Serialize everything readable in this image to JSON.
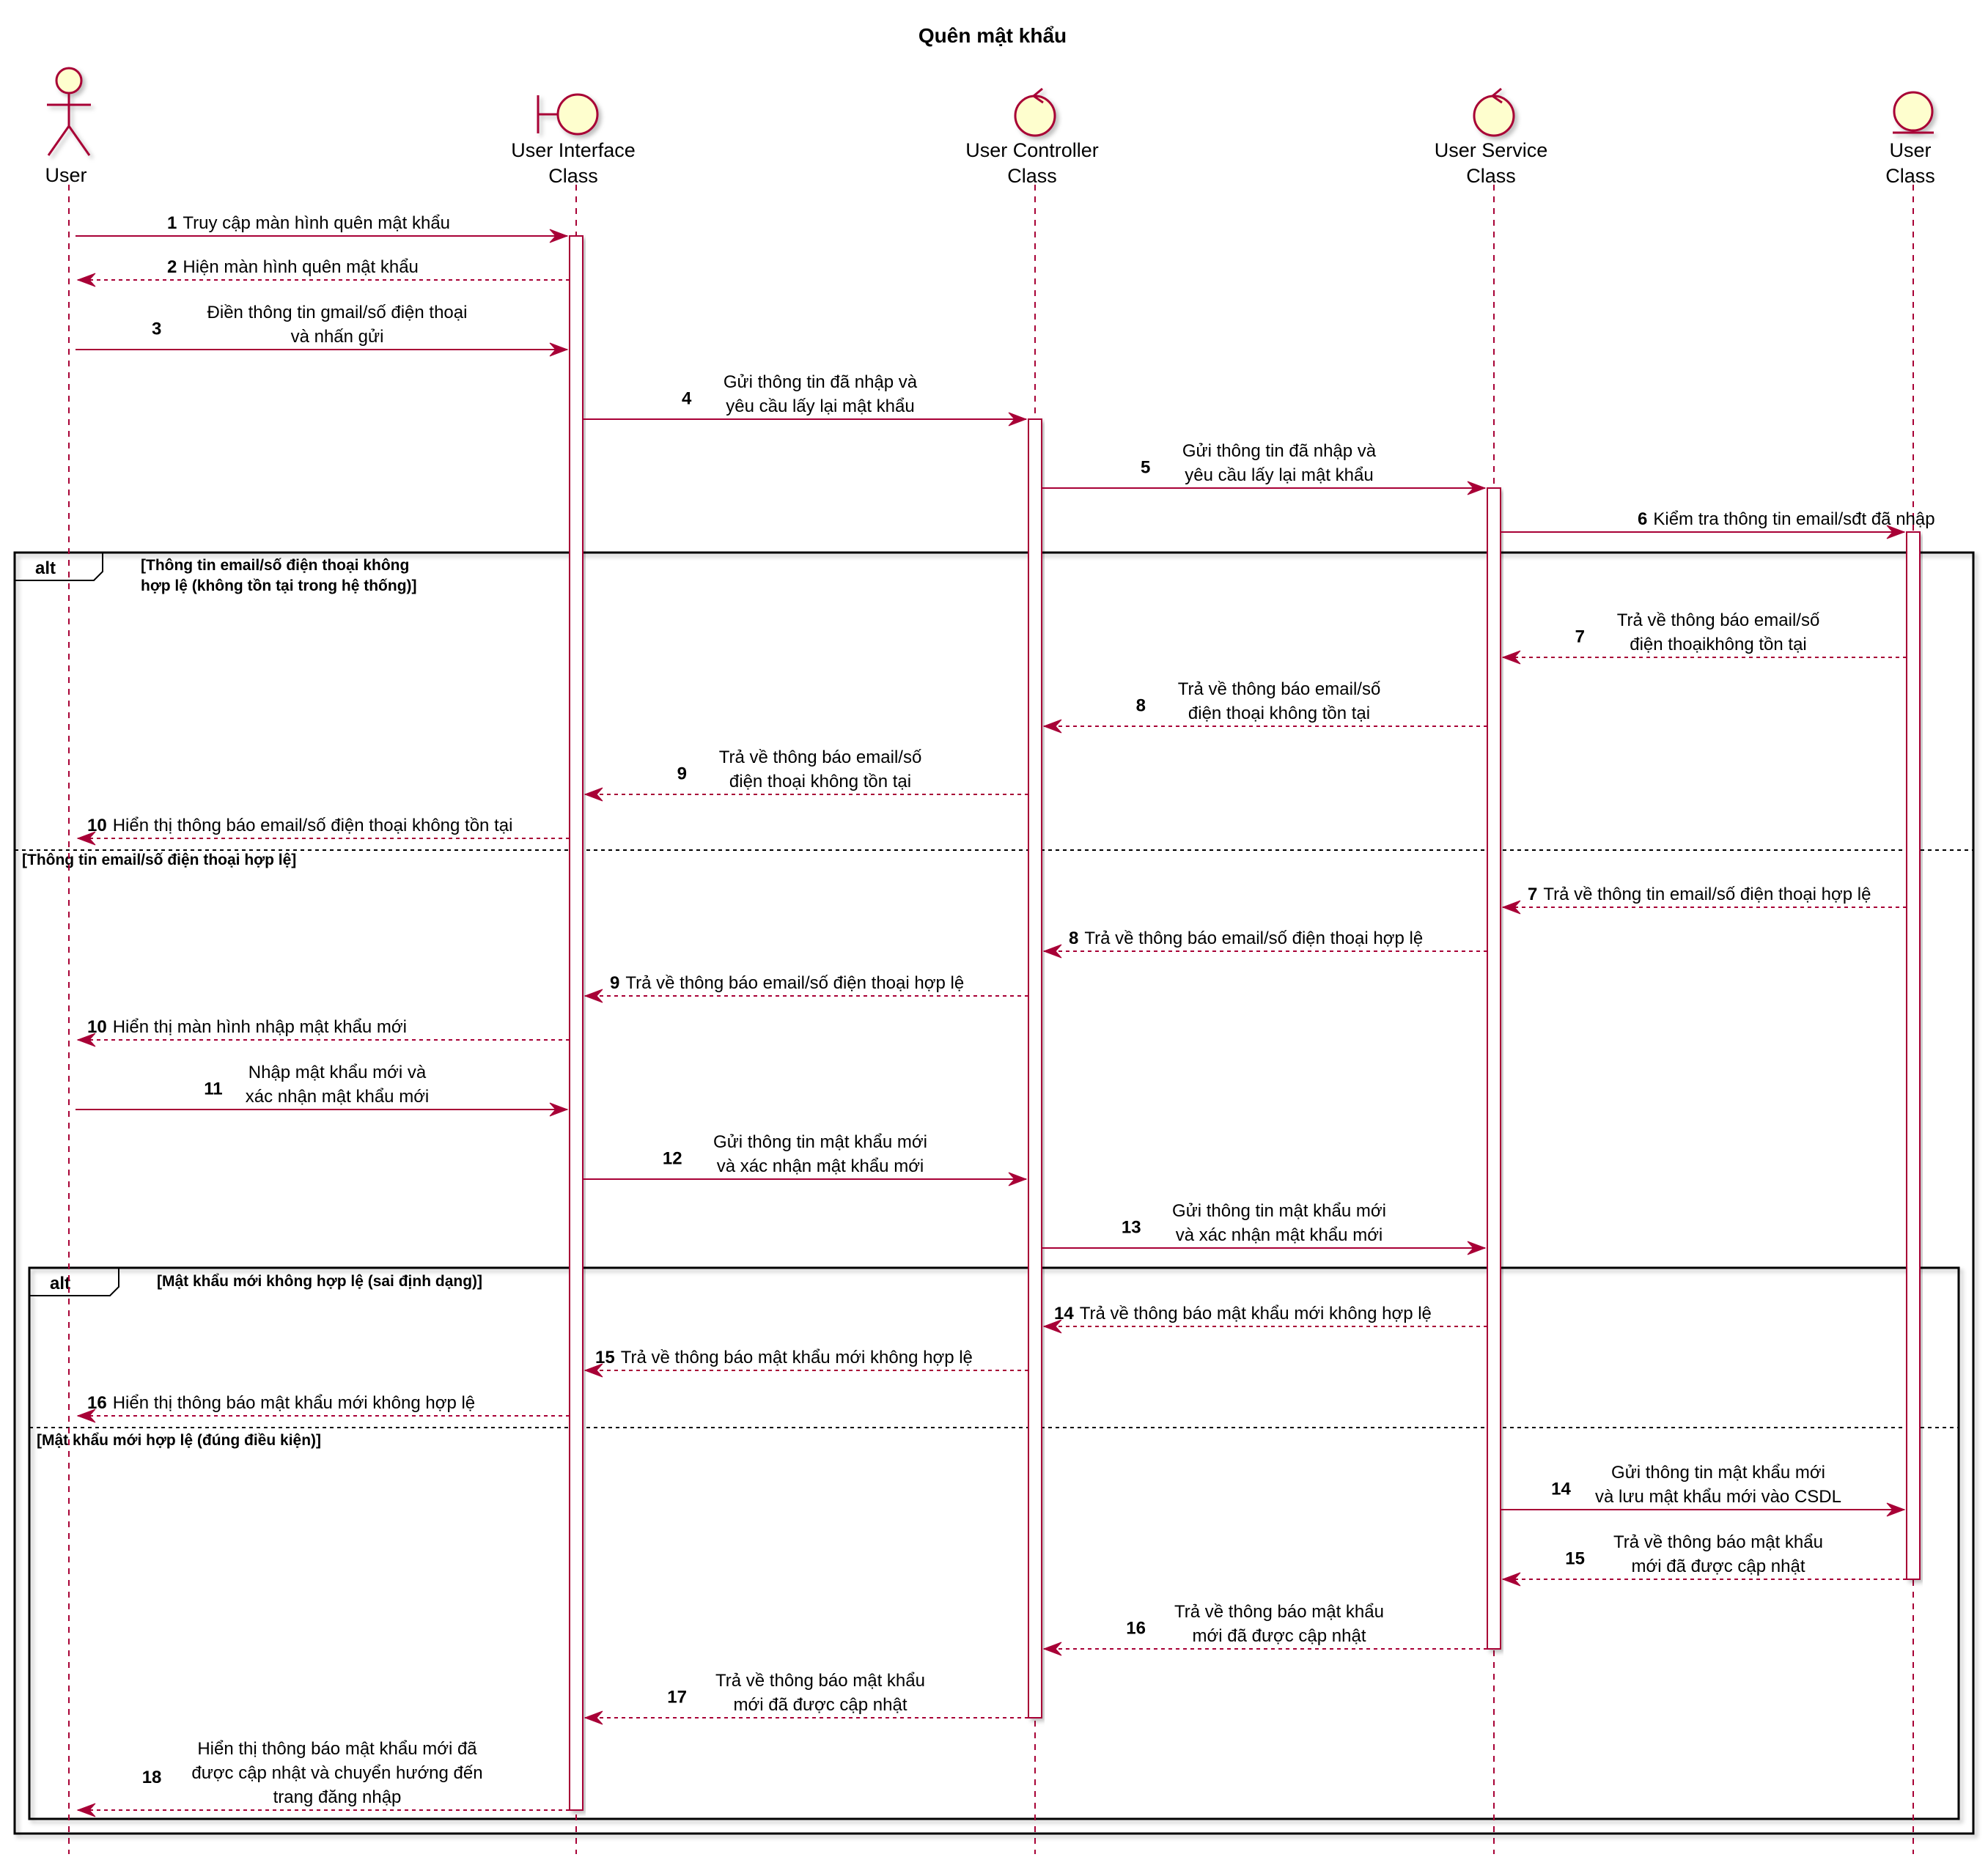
{
  "title": "Quên mật khẩu",
  "colors": {
    "line": "#A80036",
    "fill": "#FEFECE",
    "frame": "#000000",
    "shadow": "#C8C8C8"
  },
  "participants": [
    {
      "id": "user",
      "kind": "actor",
      "icon": "actor-icon",
      "label": [
        "User"
      ]
    },
    {
      "id": "ui",
      "kind": "boundary",
      "icon": "boundary-icon",
      "label": [
        "User Interface",
        "Class"
      ]
    },
    {
      "id": "ctrl",
      "kind": "control",
      "icon": "control-icon",
      "label": [
        "User Controller",
        "Class"
      ]
    },
    {
      "id": "svc",
      "kind": "control",
      "icon": "control-icon",
      "label": [
        "User Service",
        "Class"
      ]
    },
    {
      "id": "ent",
      "kind": "entity",
      "icon": "entity-icon",
      "label": [
        "User",
        "Class"
      ]
    }
  ],
  "messages": [
    {
      "num": "1",
      "from": "user",
      "to": "ui",
      "dashed": false,
      "text": [
        "Truy cập màn hình quên mật khẩu"
      ]
    },
    {
      "num": "2",
      "from": "ui",
      "to": "user",
      "dashed": true,
      "text": [
        "Hiện màn hình quên mật khẩu"
      ]
    },
    {
      "num": "3",
      "from": "user",
      "to": "ui",
      "dashed": false,
      "text": [
        "Điền thông tin gmail/số điện thoại",
        "và nhấn gửi"
      ]
    },
    {
      "num": "4",
      "from": "ui",
      "to": "ctrl",
      "dashed": false,
      "text": [
        "Gửi thông tin đã nhập và",
        "yêu cầu lấy lại mật khẩu"
      ]
    },
    {
      "num": "5",
      "from": "ctrl",
      "to": "svc",
      "dashed": false,
      "text": [
        "Gửi thông tin đã nhập và",
        "yêu cầu lấy lại mật khẩu"
      ]
    },
    {
      "num": "6",
      "from": "svc",
      "to": "ent",
      "dashed": false,
      "text": [
        "Kiểm tra thông tin email/sđt đã nhập"
      ]
    },
    {
      "num": "7",
      "from": "ent",
      "to": "svc",
      "dashed": true,
      "text": [
        "Trả về thông báo email/số",
        "điện thoạikhông tồn tại"
      ]
    },
    {
      "num": "8",
      "from": "svc",
      "to": "ctrl",
      "dashed": true,
      "text": [
        "Trả về thông báo email/số",
        "điện thoại không tồn tại"
      ]
    },
    {
      "num": "9",
      "from": "ctrl",
      "to": "ui",
      "dashed": true,
      "text": [
        "Trả về thông báo email/số",
        "điện thoại không tồn tại"
      ]
    },
    {
      "num": "10",
      "from": "ui",
      "to": "user",
      "dashed": true,
      "text": [
        "Hiển thị thông báo email/số điện thoại không tồn tại"
      ]
    },
    {
      "num": "7",
      "from": "ent",
      "to": "svc",
      "dashed": true,
      "text": [
        "Trả về thông tin email/số điện thoại hợp lệ"
      ]
    },
    {
      "num": "8",
      "from": "svc",
      "to": "ctrl",
      "dashed": true,
      "text": [
        "Trả về thông báo email/số điện thoại hợp lệ"
      ]
    },
    {
      "num": "9",
      "from": "ctrl",
      "to": "ui",
      "dashed": true,
      "text": [
        "Trả về thông báo email/số điện thoại hợp lệ"
      ]
    },
    {
      "num": "10",
      "from": "ui",
      "to": "user",
      "dashed": true,
      "text": [
        "Hiển thị màn hình nhập mật khẩu mới"
      ]
    },
    {
      "num": "11",
      "from": "user",
      "to": "ui",
      "dashed": false,
      "text": [
        "Nhập mật khẩu mới và",
        "xác nhận mật khẩu mới"
      ]
    },
    {
      "num": "12",
      "from": "ui",
      "to": "ctrl",
      "dashed": false,
      "text": [
        "Gửi thông tin mật khẩu mới",
        "và xác nhận mật khẩu mới"
      ]
    },
    {
      "num": "13",
      "from": "ctrl",
      "to": "svc",
      "dashed": false,
      "text": [
        "Gửi thông tin mật khẩu mới",
        "và xác nhận mật khẩu mới"
      ]
    },
    {
      "num": "14",
      "from": "svc",
      "to": "ctrl",
      "dashed": true,
      "text": [
        "Trả về thông báo mật khẩu mới không hợp lệ"
      ]
    },
    {
      "num": "15",
      "from": "ctrl",
      "to": "ui",
      "dashed": true,
      "text": [
        "Trả về thông báo mật khẩu mới không hợp lệ"
      ]
    },
    {
      "num": "16",
      "from": "ui",
      "to": "user",
      "dashed": true,
      "text": [
        "Hiển thị thông báo mật khẩu mới không hợp lệ"
      ]
    },
    {
      "num": "14",
      "from": "svc",
      "to": "ent",
      "dashed": false,
      "text": [
        "Gửi thông tin mật khẩu mới",
        "và lưu mật khẩu mới vào CSDL"
      ]
    },
    {
      "num": "15",
      "from": "ent",
      "to": "svc",
      "dashed": true,
      "text": [
        "Trả về thông báo mật khẩu",
        "mới đã được cập nhật"
      ]
    },
    {
      "num": "16",
      "from": "svc",
      "to": "ctrl",
      "dashed": true,
      "text": [
        "Trả về thông báo mật khẩu",
        "mới đã được cập nhật"
      ]
    },
    {
      "num": "17",
      "from": "ctrl",
      "to": "ui",
      "dashed": true,
      "text": [
        "Trả về thông báo mật khẩu",
        "mới đã được cập nhật"
      ]
    },
    {
      "num": "18",
      "from": "ui",
      "to": "user",
      "dashed": true,
      "text": [
        "Hiển thị thông báo mật khẩu mới đã",
        "được cập nhật và chuyển hướng đến",
        "trang đăng nhập"
      ]
    }
  ],
  "fragments": [
    {
      "keyword": "alt",
      "guards": [
        [
          "[Thông tin email/số điện thoại không",
          " hợp lệ (không tồn tại trong hệ thống)]"
        ],
        [
          "[Thông tin email/số điện thoại hợp lệ]"
        ]
      ]
    },
    {
      "keyword": "alt",
      "guards": [
        [
          "[Mật khẩu mới không hợp lệ (sai định dạng)]"
        ],
        [
          "[Mật khẩu mới hợp lệ (đúng điều kiện)]"
        ]
      ]
    }
  ]
}
